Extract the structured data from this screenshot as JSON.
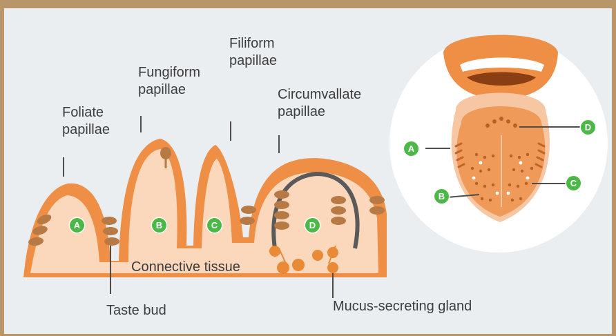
{
  "colors": {
    "border": "#b8966a",
    "background": "#eaeef1",
    "tissue_light": "#fbd7bc",
    "tissue_dark": "#ef8f46",
    "taste_bud": "#b87a45",
    "gland": "#e98a36",
    "trench": "#5a5a5a",
    "badge": "#4cb848",
    "line": "#4d4d4d"
  },
  "labels": {
    "foliate_1": "Foliate",
    "foliate_2": "papillae",
    "fungiform_1": "Fungiform",
    "fungiform_2": "papillae",
    "filiform_1": "Filiform",
    "filiform_2": "papillae",
    "circumvallate_1": "Circumvallate",
    "circumvallate_2": "papillae",
    "connective_tissue": "Connective tissue",
    "taste_bud": "Taste bud",
    "mucus_gland": "Mucus-secreting gland"
  },
  "badges": {
    "cross_a": "A",
    "cross_b": "B",
    "cross_c": "C",
    "cross_d": "D",
    "tongue_a": "A",
    "tongue_b": "B",
    "tongue_c": "C",
    "tongue_d": "D"
  }
}
